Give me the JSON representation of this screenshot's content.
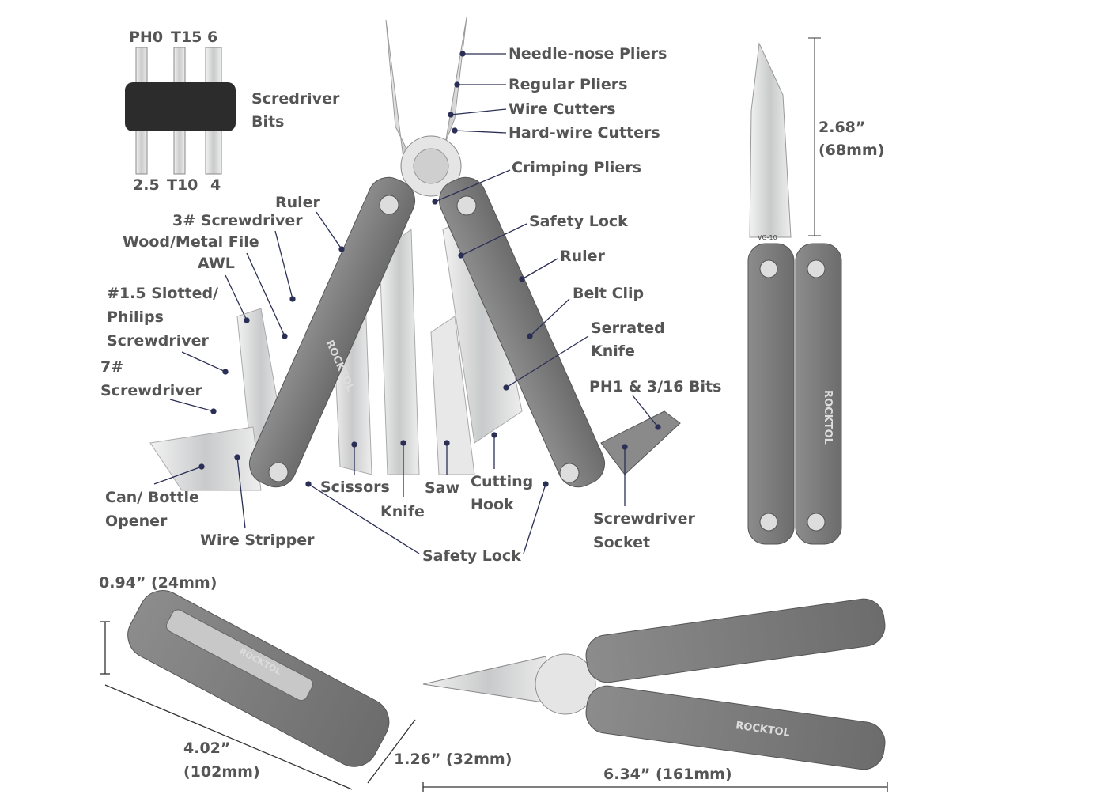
{
  "bits": {
    "top": [
      "PH0",
      "T15",
      "6"
    ],
    "bottom": [
      "2.5",
      "T10",
      "4"
    ],
    "label_line1": "Scredriver",
    "label_line2": "Bits"
  },
  "callouts": {
    "needle_nose_pliers": "Needle-nose Pliers",
    "regular_pliers": "Regular Pliers",
    "wire_cutters": "Wire Cutters",
    "hard_wire_cutters": "Hard-wire Cutters",
    "crimping_pliers": "Crimping Pliers",
    "safety_lock_right": "Safety Lock",
    "ruler_right": "Ruler",
    "belt_clip": "Belt Clip",
    "serrated_knife_1": "Serrated",
    "serrated_knife_2": "Knife",
    "ph1_bits": "PH1 & 3/16 Bits",
    "screwdriver_socket_1": "Screwdriver",
    "screwdriver_socket_2": "Socket",
    "ruler_left": "Ruler",
    "screwdriver_3": "3# Screwdriver",
    "wood_metal_file": "Wood/Metal File",
    "awl": "AWL",
    "slotted_1": "#1.5 Slotted/",
    "slotted_2": "Philips",
    "slotted_3": "Screwdriver",
    "screwdriver_7_1": "7#",
    "screwdriver_7_2": "Screwdriver",
    "can_opener_1": "Can/ Bottle",
    "can_opener_2": "Opener",
    "wire_stripper": "Wire Stripper",
    "scissors": "Scissors",
    "knife": "Knife",
    "saw": "Saw",
    "cutting_hook_1": "Cutting",
    "cutting_hook_2": "Hook",
    "safety_lock_bottom": "Safety Lock"
  },
  "dimensions": {
    "blade_in": "2.68”",
    "blade_mm": "(68mm)",
    "thickness": "0.94”  (24mm)",
    "closed_length_in": "4.02”",
    "closed_length_mm": "(102mm)",
    "width": "1.26”  (32mm)",
    "open_length": "6.34”  (161mm)"
  },
  "brand": "ROCKTOL",
  "blade_mark": "VG-10",
  "colors": {
    "handle": "#7b7b7b",
    "steel": "#d9dadb",
    "text": "#555555",
    "leader": "#2b2f55"
  }
}
